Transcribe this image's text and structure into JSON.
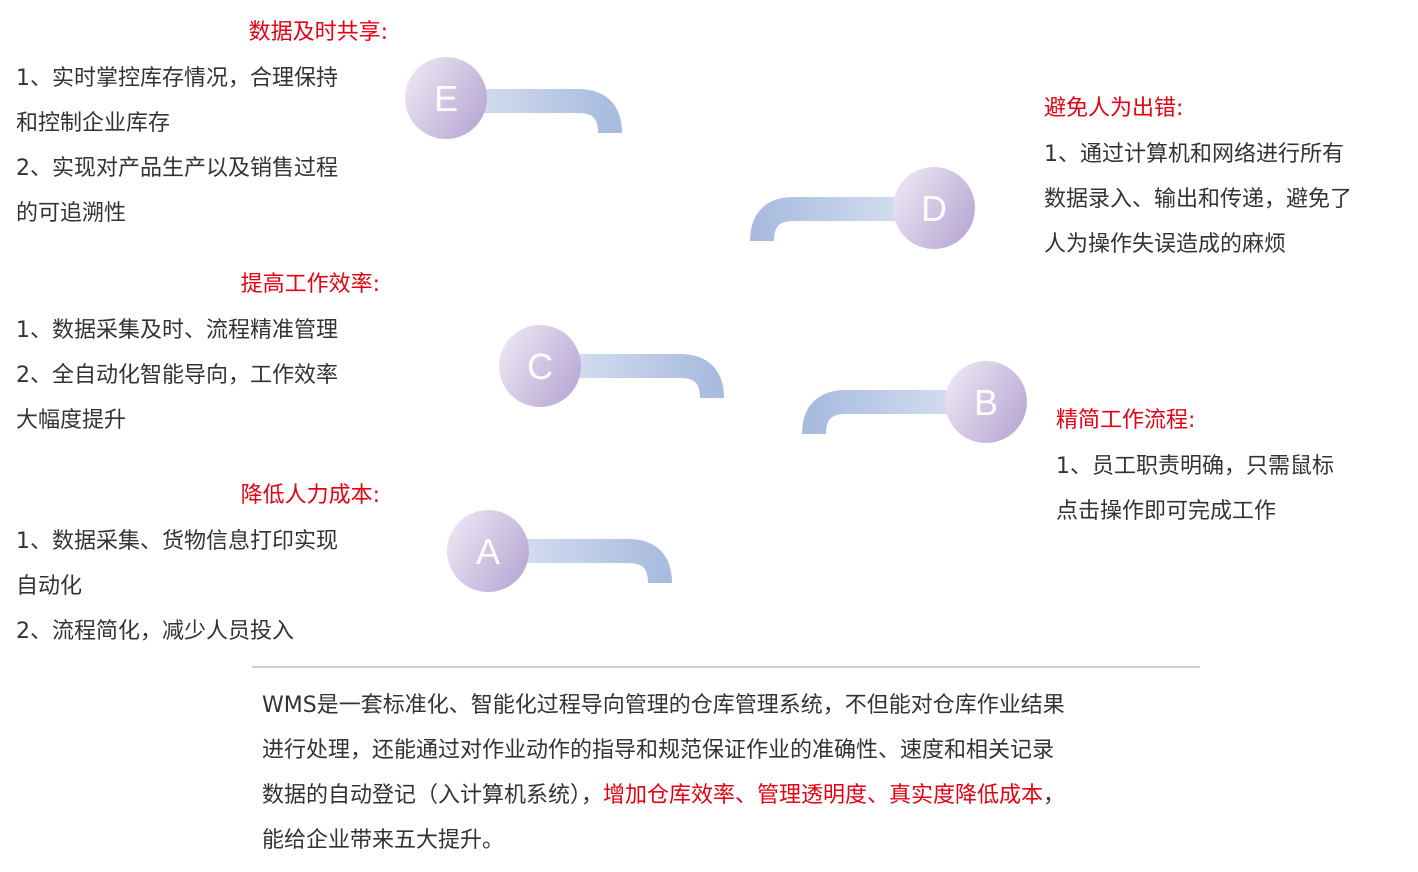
{
  "nodes": [
    {
      "letter": "E",
      "heading": "数据及时共享:",
      "lines": [
        "1、实时掌控库存情况，合理保持",
        "和控制企业库存",
        "2、实现对产品生产以及销售过程",
        "的可追溯性"
      ]
    },
    {
      "letter": "C",
      "heading": "提高工作效率:",
      "lines": [
        "1、数据采集及时、流程精准管理",
        "2、全自动化智能导向，工作效率",
        "大幅度提升"
      ]
    },
    {
      "letter": "A",
      "heading": "降低人力成本:",
      "lines": [
        "1、数据采集、货物信息打印实现",
        "自动化",
        "2、流程简化，减少人员投入"
      ]
    },
    {
      "letter": "D",
      "heading": "避免人为出错:",
      "lines": [
        "1、通过计算机和网络进行所有",
        "数据录入、输出和传递，避免了",
        "人为操作失误造成的麻烦"
      ]
    },
    {
      "letter": "B",
      "heading": "精简工作流程:",
      "lines": [
        "1、员工职责明确，只需鼠标",
        "点击操作即可完成工作"
      ]
    }
  ],
  "summary": {
    "line1": "WMS是一套标准化、智能化过程导向管理的仓库管理系统，不但能对仓库作业结果",
    "line2": "进行处理，还能通过对作业动作的指导和规范保证作业的准确性、速度和相关记录",
    "line3_prefix": "数据的自动登记（入计算机系统），",
    "line3_highlight": "增加仓库效率、管理透明度、真实度降低成本",
    "line3_suffix": "，",
    "line4": "能给企业带来五大提升。"
  },
  "colors": {
    "accent_red": "#e60012",
    "pipe_light": "#dde5f3",
    "pipe_dark": "#9fb4da",
    "circle_light": "#ece6f3",
    "circle_dark": "#b7a7d3",
    "baseline": "#bbbbbb"
  }
}
